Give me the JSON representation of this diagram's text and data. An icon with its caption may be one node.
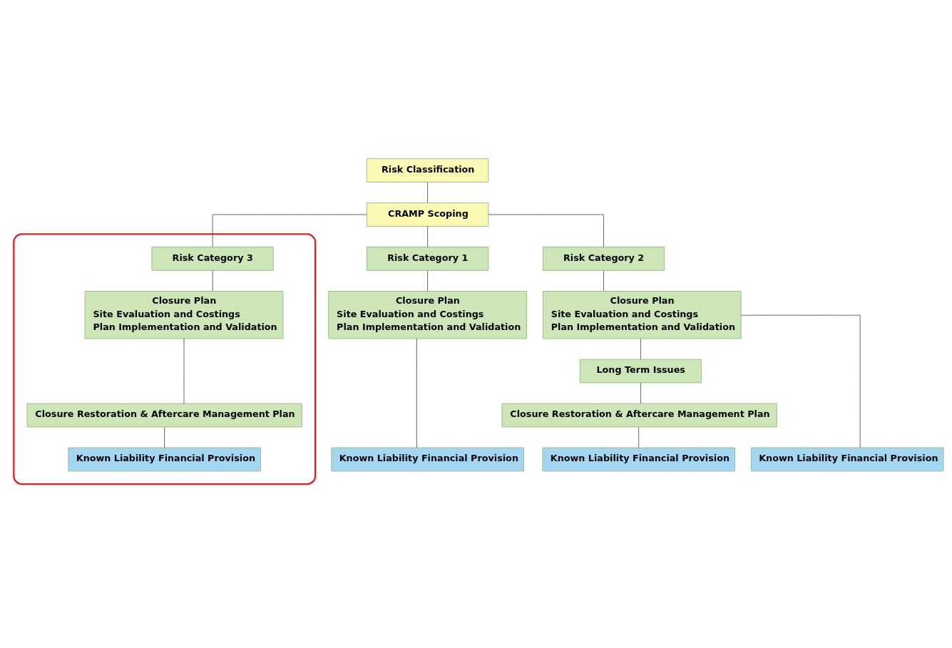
{
  "diagram": {
    "nodes": [
      {
        "text": [
          "Risk Classification"
        ]
      },
      {
        "text": [
          "CRAMP Scoping"
        ]
      },
      {
        "text": [
          "Risk Category 1"
        ]
      },
      {
        "text": [
          "Risk Category 2"
        ]
      },
      {
        "text": [],
        "shape": "ellipse"
      },
      {
        "text": [
          "Risk Category 3"
        ],
        "in": 4
      },
      {
        "text": [
          "Closure Plan",
          "Site Evaluation and Costings",
          "Plan Implementation and Validation"
        ]
      },
      {
        "text": [
          "Closure Plan",
          "Site Evaluation and Costings",
          "Plan Implementation and Validation"
        ]
      },
      {
        "text": [
          "Closure Plan",
          "Site Evaluation and Costings",
          "Plan Implementation and Validation"
        ],
        "in": 4
      },
      {
        "text": [
          "Long Term Issues"
        ]
      },
      {
        "text": [
          "Closure Restoration & Aftercare Management Plan"
        ]
      },
      {
        "text": [
          "Closure Restoration & Aftercare Management Plan"
        ],
        "in": 4
      },
      {
        "text": [
          "Known Liability Financial Provision"
        ]
      },
      {
        "text": [
          "Known Liability Financial Provision"
        ]
      },
      {
        "text": [
          "Known Liability Financial Provision"
        ]
      },
      {
        "text": [
          "Known Liability Financial Provision"
        ],
        "in": 4
      }
    ],
    "edges": [
      {
        "from": 0,
        "to": 1,
        "arrow": "none"
      },
      {
        "from": 1,
        "to": 2,
        "arrow": "none"
      },
      {
        "from": 1,
        "to": 3,
        "arrow": "none"
      },
      {
        "from": 1,
        "to": 5,
        "arrow": "none"
      },
      {
        "from": 2,
        "to": 6,
        "arrow": "none"
      },
      {
        "from": 3,
        "to": 7,
        "arrow": "none"
      },
      {
        "from": 5,
        "to": 8,
        "arrow": "none"
      },
      {
        "from": 6,
        "to": 12,
        "arrow": "none"
      },
      {
        "from": 7,
        "to": 13,
        "arrow": "none"
      },
      {
        "from": 7,
        "to": 9,
        "arrow": "none"
      },
      {
        "from": 9,
        "to": 10,
        "arrow": "none"
      },
      {
        "from": 10,
        "to": 14,
        "arrow": "none"
      },
      {
        "from": 8,
        "to": 11,
        "arrow": "none"
      },
      {
        "from": 11,
        "to": 15,
        "arrow": "none"
      }
    ]
  }
}
